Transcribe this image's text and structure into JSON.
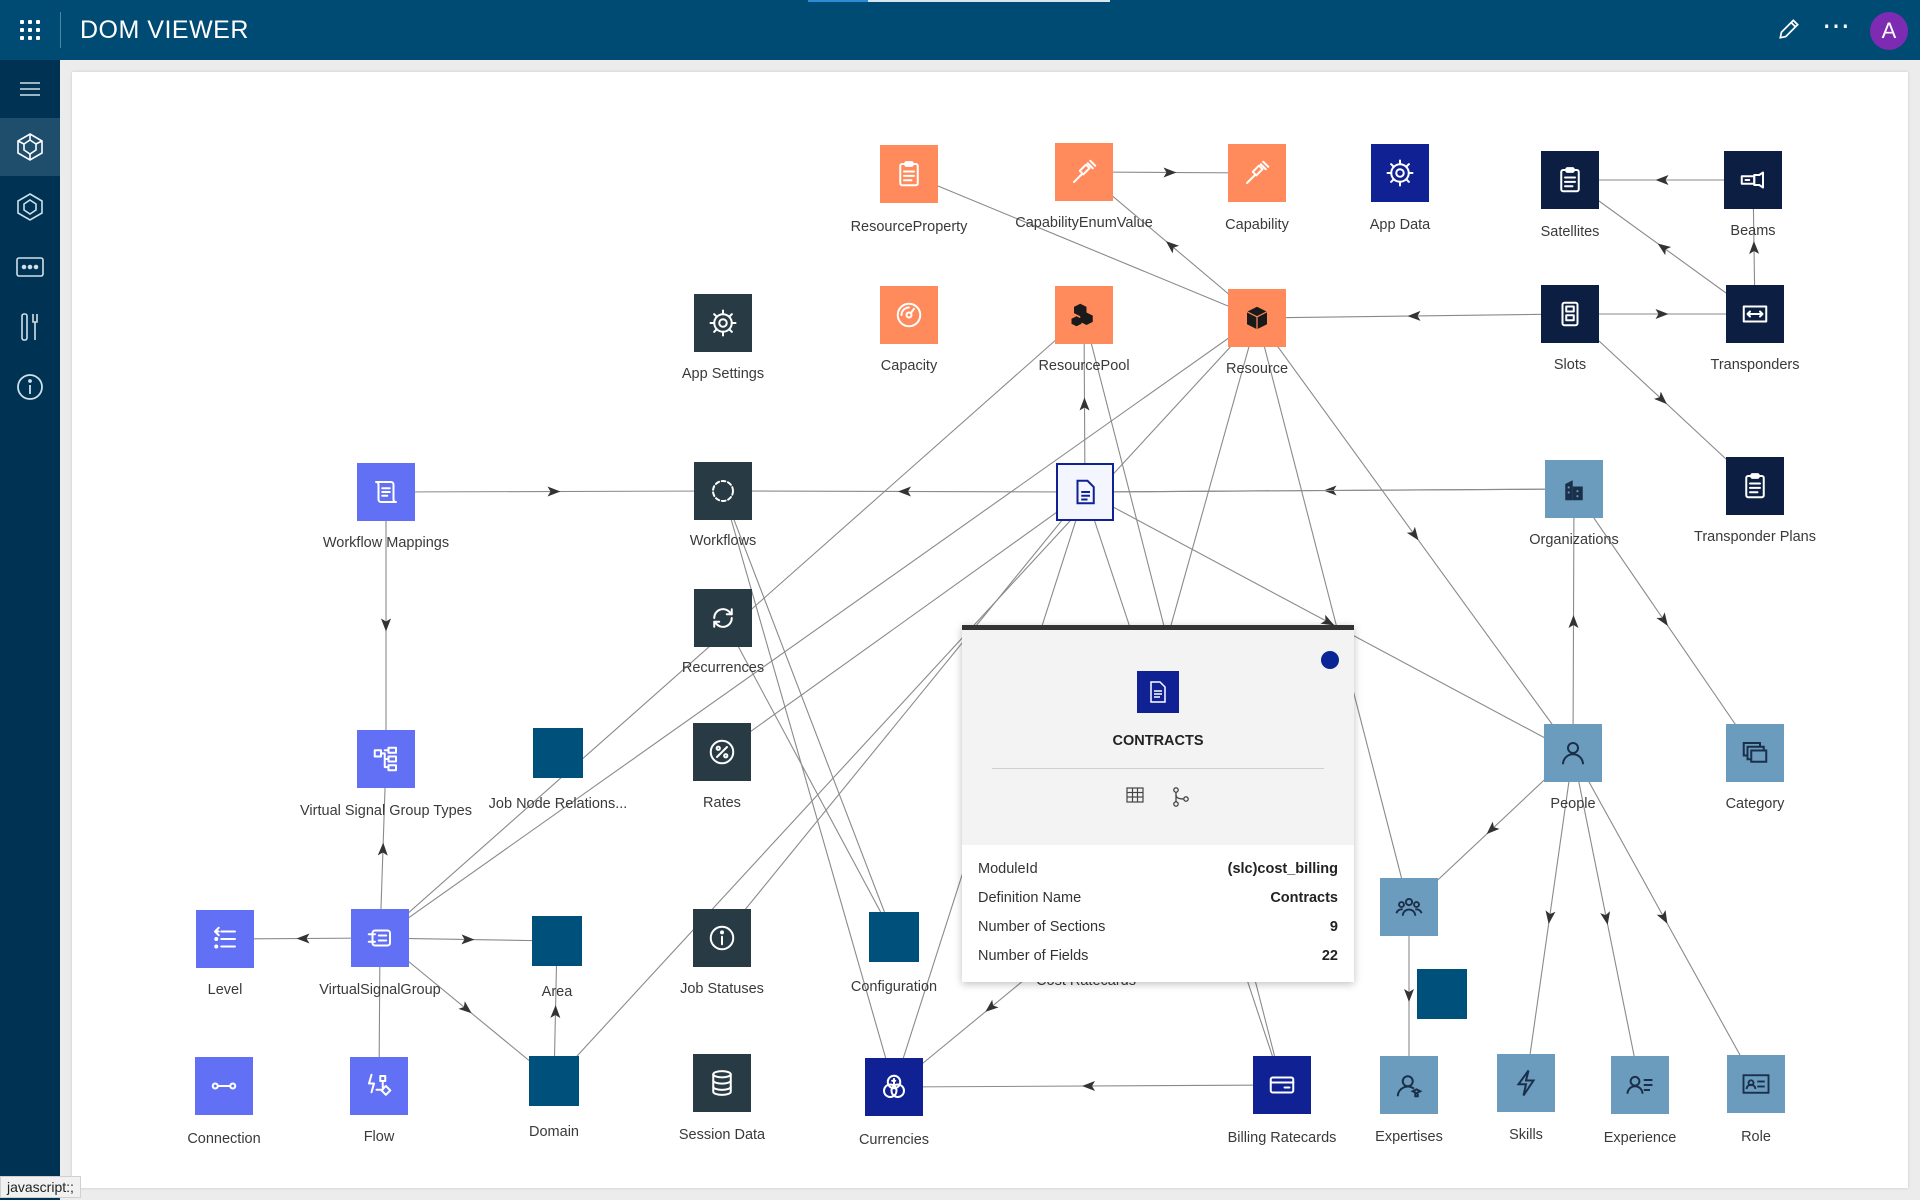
{
  "app": {
    "title": "DOM VIEWER",
    "avatar_initial": "A"
  },
  "colors": {
    "topbar": "#004b73",
    "sidebar": "#003353",
    "orange": "#ff8a5b",
    "dark": "#283b44",
    "violet": "#6170f4",
    "teal": "#00507c",
    "navy": "#0f2193",
    "black": "#0c1e42",
    "steel": "#6b9cbd"
  },
  "sidebar": {
    "items": [
      {
        "icon": "menu-icon"
      },
      {
        "icon": "dom-graph-icon",
        "active": true
      },
      {
        "icon": "dom-module-icon"
      },
      {
        "icon": "dots-box-icon"
      },
      {
        "icon": "tools-icon"
      },
      {
        "icon": "info-icon"
      }
    ]
  },
  "nodes": [
    {
      "id": "resourceproperty",
      "label": "ResourceProperty",
      "color": "orange",
      "icon": "clipboard-icon"
    },
    {
      "id": "capabilityenumvalue",
      "label": "CapabilityEnumValue",
      "color": "orange",
      "icon": "wrench-icon"
    },
    {
      "id": "capability",
      "label": "Capability",
      "color": "orange",
      "icon": "wrench-icon"
    },
    {
      "id": "appdata",
      "label": "App Data",
      "color": "navy",
      "icon": "gear-icon"
    },
    {
      "id": "satellites",
      "label": "Satellites",
      "color": "black",
      "icon": "clipboard-icon"
    },
    {
      "id": "beams",
      "label": "Beams",
      "color": "black",
      "icon": "flashlight-icon"
    },
    {
      "id": "appsettings",
      "label": "App Settings",
      "color": "dark",
      "icon": "gear-icon"
    },
    {
      "id": "capacity",
      "label": "Capacity",
      "color": "orange",
      "icon": "gauge-icon"
    },
    {
      "id": "resourcepool",
      "label": "ResourcePool",
      "color": "orange",
      "icon": "cubes-icon"
    },
    {
      "id": "resource",
      "label": "Resource",
      "color": "orange",
      "icon": "cube-icon"
    },
    {
      "id": "slots",
      "label": "Slots",
      "color": "black",
      "icon": "slots-icon"
    },
    {
      "id": "transponders",
      "label": "Transponders",
      "color": "black",
      "icon": "transponder-icon"
    },
    {
      "id": "workflowmappings",
      "label": "Workflow Mappings",
      "color": "violet",
      "icon": "scroll-icon"
    },
    {
      "id": "workflows",
      "label": "Workflows",
      "color": "dark",
      "icon": "workflow-icon"
    },
    {
      "id": "contracts",
      "label": "Contracts",
      "color": "white",
      "icon": "document-icon"
    },
    {
      "id": "organizations",
      "label": "Organizations",
      "color": "steel",
      "icon": "building-icon"
    },
    {
      "id": "transponderplans",
      "label": "Transponder Plans",
      "color": "black",
      "icon": "clipboard-icon"
    },
    {
      "id": "recurrences",
      "label": "Recurrences",
      "color": "dark",
      "icon": "recurrence-icon"
    },
    {
      "id": "virtualsignalgrouptypes",
      "label": "Virtual Signal Group Types",
      "color": "violet",
      "icon": "group-icon"
    },
    {
      "id": "jobnoderelations",
      "label": "Job Node Relations...",
      "color": "teal",
      "icon": ""
    },
    {
      "id": "rates",
      "label": "Rates",
      "color": "dark",
      "icon": "percent-icon"
    },
    {
      "id": "people",
      "label": "People",
      "color": "steel",
      "icon": "person-icon"
    },
    {
      "id": "category",
      "label": "Category",
      "color": "steel",
      "icon": "stack-icon"
    },
    {
      "id": "level",
      "label": "Level",
      "color": "violet",
      "icon": "levels-icon"
    },
    {
      "id": "virtualsignalgroup",
      "label": "VirtualSignalGroup",
      "color": "violet",
      "icon": "signal-icon"
    },
    {
      "id": "area",
      "label": "Area",
      "color": "teal",
      "icon": ""
    },
    {
      "id": "jobstatuses",
      "label": "Job Statuses",
      "color": "dark",
      "icon": "info-icon"
    },
    {
      "id": "configuration",
      "label": "Configuration",
      "color": "teal",
      "icon": ""
    },
    {
      "id": "costratecards",
      "label": "Cost Ratecards",
      "color": "navy",
      "icon": "card-icon"
    },
    {
      "id": "teams",
      "label": "",
      "color": "steel",
      "icon": "team-icon"
    },
    {
      "id": "unnamedteal",
      "label": "",
      "color": "teal",
      "icon": ""
    },
    {
      "id": "connection",
      "label": "Connection",
      "color": "violet",
      "icon": "connection-icon"
    },
    {
      "id": "flow",
      "label": "Flow",
      "color": "violet",
      "icon": "flow-icon"
    },
    {
      "id": "domain",
      "label": "Domain",
      "color": "teal",
      "icon": ""
    },
    {
      "id": "sessiondata",
      "label": "Session Data",
      "color": "dark",
      "icon": "database-icon"
    },
    {
      "id": "currencies",
      "label": "Currencies",
      "color": "navy",
      "icon": "coins-icon"
    },
    {
      "id": "billingratecards",
      "label": "Billing Ratecards",
      "color": "navy",
      "icon": "card-icon"
    },
    {
      "id": "expertises",
      "label": "Expertises",
      "color": "steel",
      "icon": "expert-icon"
    },
    {
      "id": "skills",
      "label": "Skills",
      "color": "steel",
      "icon": "bolt-icon"
    },
    {
      "id": "experience",
      "label": "Experience",
      "color": "steel",
      "icon": "experience-icon"
    },
    {
      "id": "role",
      "label": "Role",
      "color": "steel",
      "icon": "idcard-icon"
    }
  ],
  "popup": {
    "name": "CONTRACTS",
    "properties": [
      {
        "key": "ModuleId",
        "value": "(slc)cost_billing"
      },
      {
        "key": "Definition Name",
        "value": "Contracts"
      },
      {
        "key": "Number of Sections",
        "value": "9"
      },
      {
        "key": "Number of Fields",
        "value": "22"
      }
    ]
  },
  "status_bar": "javascript:;"
}
